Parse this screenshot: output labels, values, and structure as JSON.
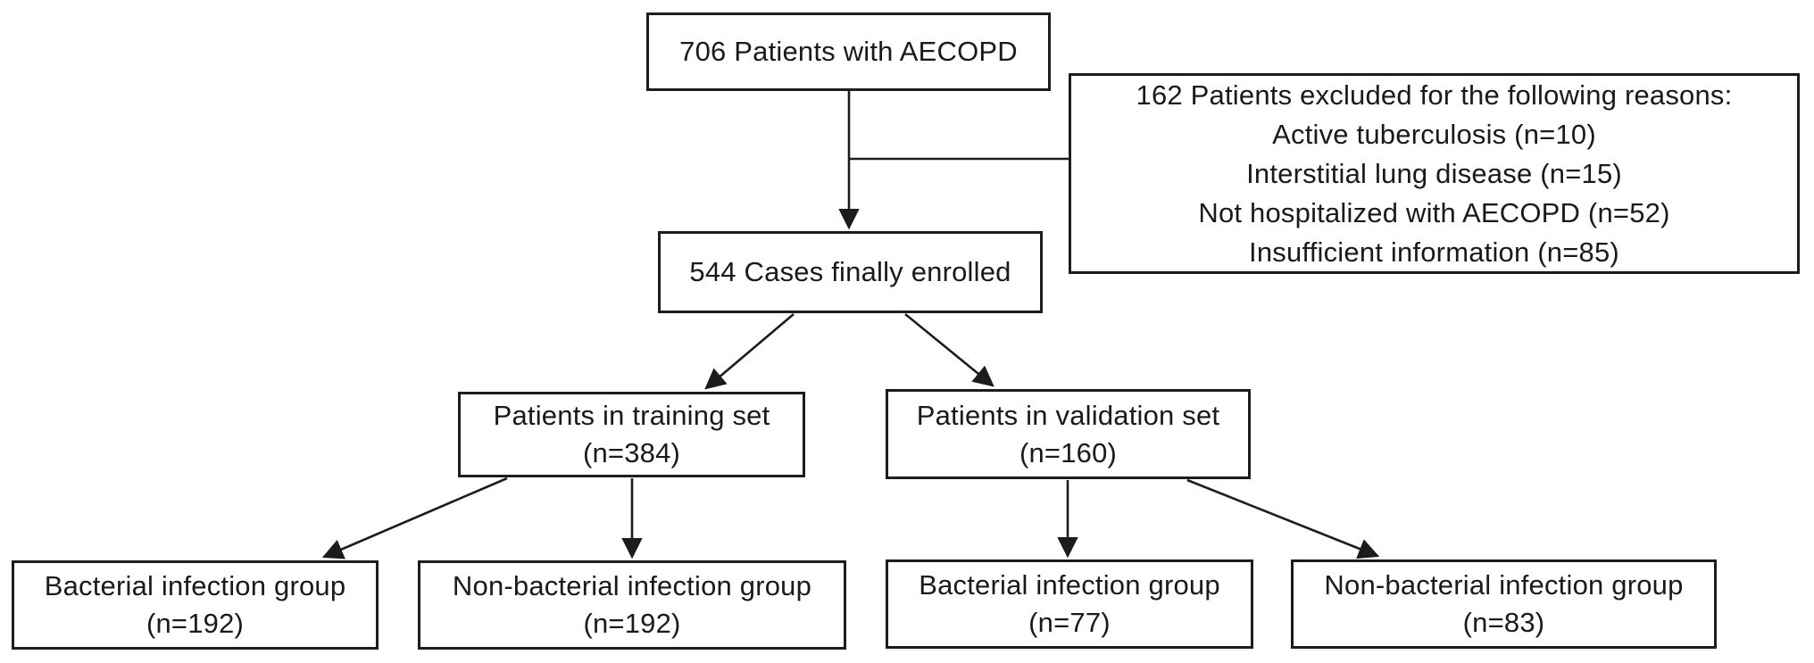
{
  "figure": {
    "type": "patient-enrollment-flowchart",
    "background_color": "#ffffff",
    "line_color": "#1c1c1c",
    "text_color": "#1a1a1a"
  },
  "nodes": {
    "total": {
      "lines": [
        "706 Patients with AECOPD"
      ]
    },
    "excluded": {
      "lines": [
        "162 Patients excluded for the following reasons:",
        "Active tuberculosis (n=10)",
        "Interstitial lung disease (n=15)",
        "Not hospitalized with AECOPD (n=52)",
        "Insufficient information (n=85)"
      ]
    },
    "enrolled": {
      "lines": [
        "544 Cases finally enrolled"
      ]
    },
    "training": {
      "lines": [
        "Patients in training set",
        "(n=384)"
      ]
    },
    "validation": {
      "lines": [
        "Patients in validation set",
        "(n=160)"
      ]
    },
    "training_bacterial": {
      "lines": [
        "Bacterial infection group",
        "(n=192)"
      ]
    },
    "training_nonbacterial": {
      "lines": [
        "Non-bacterial infection group",
        "(n=192)"
      ]
    },
    "validation_bacterial": {
      "lines": [
        "Bacterial infection group",
        "(n=77)"
      ]
    },
    "validation_nonbacterial": {
      "lines": [
        "Non-bacterial infection group",
        "(n=83)"
      ]
    }
  }
}
